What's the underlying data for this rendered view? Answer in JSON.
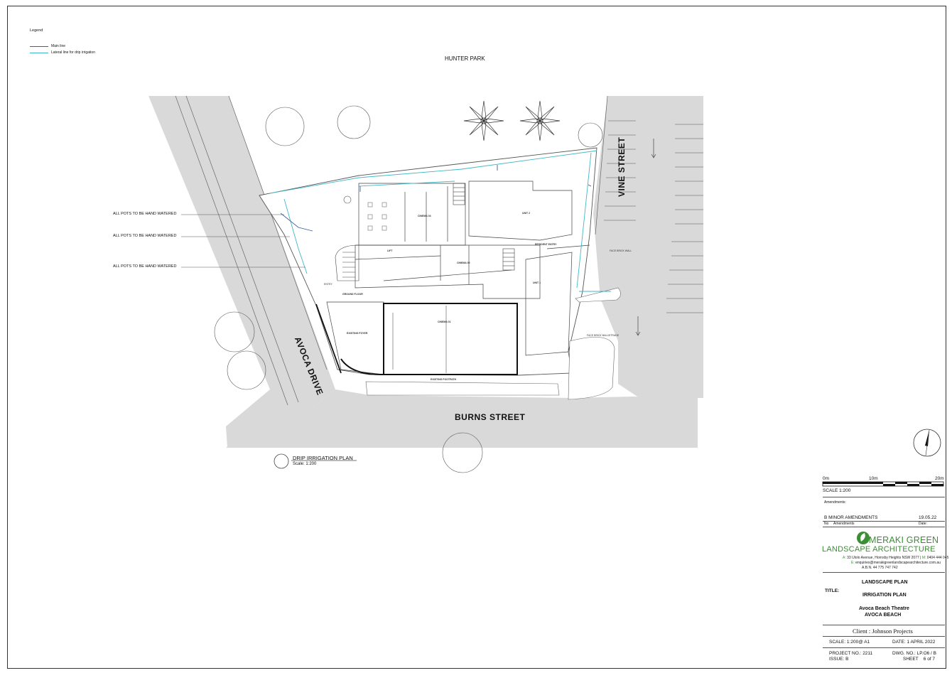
{
  "legend": {
    "title": "Legend",
    "items": [
      {
        "label": "Main line",
        "color": "#3a5f9e"
      },
      {
        "label": "Lateral line for drip irrigation",
        "color": "#3fb8c8"
      }
    ]
  },
  "site": {
    "north_label": "HUNTER PARK",
    "street_vine": "VINE STREET",
    "street_avoca": "AVOCA DRIVE",
    "street_burns": "BURNS STREET",
    "notes": [
      "ALL POTS TO BE HAND WATERED",
      "ALL POTS TO BE HAND WATERED",
      "ALL POTS TO BE HAND WATERED"
    ],
    "labels": {
      "ground_floor": "GROUND FLOOR",
      "existing_foyer": "EXISTING FOYER",
      "cinema_1": "CINEMA 01",
      "cinema_2": "CINEMA 02",
      "cinema_3": "CINEMA 03",
      "unit_1": "UNIT 1",
      "unit_2": "UNIT 2",
      "resident_entry": "RESIDENT ENTRY",
      "lift": "LIFT",
      "existing_footpath": "EXISTING FOOTPATH",
      "entry": "ENTRY",
      "face_brick_wall": "FACE BRICK WALL",
      "face_brick_balustrade": "FACE BRICK BALUSTRADE"
    }
  },
  "plan_title": {
    "name": "DRIP IRRIGATION PLAN",
    "scale": "Scale: 1:200"
  },
  "scale_bar": {
    "ticks": [
      "0m",
      "10m",
      "20m"
    ],
    "label": "SCALE 1:200"
  },
  "title_block": {
    "amendments_heading": "Amendments:",
    "amendment": {
      "text": "B MINOR AMENDMENTS",
      "date": "19.05.22"
    },
    "amend_cols": {
      "no": "No",
      "amendments": "Amendments",
      "date": "Date:"
    },
    "company": {
      "line1": "MERAKI GREEN",
      "line2": "LANDSCAPE ARCHITECTURE",
      "color": "#3c8e35"
    },
    "address": {
      "a_key": "A:",
      "a_val": "33 Ulolo Avenue, Hornsby Heights NSW 2077 |",
      "m_key": "M:",
      "m_val": "0404 444 045",
      "e_key": "E:",
      "e_val": "enquiries@merakigreenlandscapearchitecture.com.au",
      "abn": "A.B.N. 44 775 747 742"
    },
    "title_label": "TITLE:",
    "title1": "LANDSCAPE PLAN",
    "title2": "IRRIGATION PLAN",
    "project_name": "Avoca Beach Theatre",
    "project_place": "AVOCA BEACH",
    "client": "Client : Johnson Projects",
    "scale": "SCALE: 1:200@ A1",
    "date": "DATE: 1 APRIL 2022",
    "project_no": "PROJECT NO.: 2211",
    "dwg_no": "DWG. NO.: LP.O6 / B",
    "issue": "ISSUE: B",
    "sheet": "SHEET    6 of 7"
  }
}
